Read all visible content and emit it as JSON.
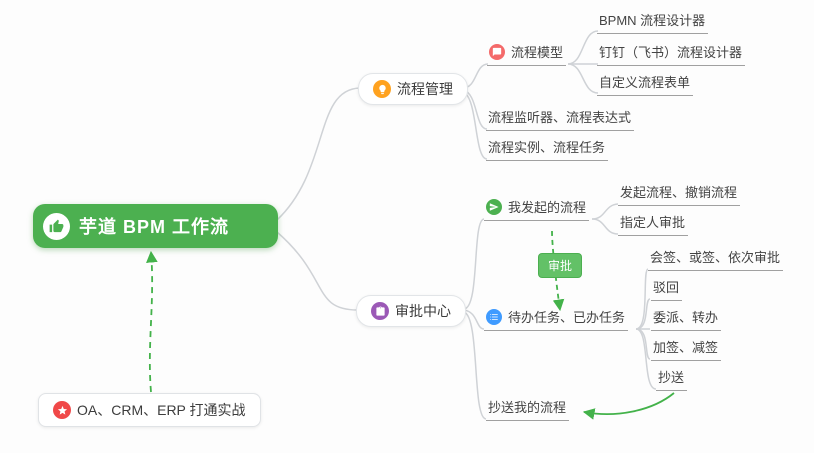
{
  "root": {
    "label": "芋道 BPM 工作流"
  },
  "process_management": {
    "label": "流程管理",
    "process_model": {
      "label": "流程模型",
      "bpmn_designer": "BPMN 流程设计器",
      "dingtalk_feishu_designer": "钉钉（飞书）流程设计器",
      "custom_form": "自定义流程表单"
    },
    "listener_expression": "流程监听器、流程表达式",
    "instance_task": "流程实例、流程任务"
  },
  "approval_center": {
    "label": "审批中心",
    "my_initiated": {
      "label": "我发起的流程",
      "initiate_cancel": "发起流程、撤销流程",
      "assignee_approval": "指定人审批"
    },
    "todo_done": {
      "label": "待办任务、已办任务",
      "countersign": "会签、或签、依次审批",
      "reject": "驳回",
      "delegate_transfer": "委派、转办",
      "add_remove_sign": "加签、减签",
      "cc": "抄送"
    },
    "cc_my_process": "抄送我的流程",
    "approval_relation_label": "审批"
  },
  "note": {
    "label": "OA、CRM、ERP 打通实战"
  },
  "colors": {
    "root_green": "#4cb050",
    "arrow_green": "#43b24a",
    "connector_gray": "#cfd2d6",
    "icon_orange": "#ffa21f",
    "icon_pink": "#f46a6a",
    "icon_green": "#4cb050",
    "icon_purple": "#9b59b6",
    "icon_blue": "#3f9bff",
    "icon_red": "#f04848"
  }
}
